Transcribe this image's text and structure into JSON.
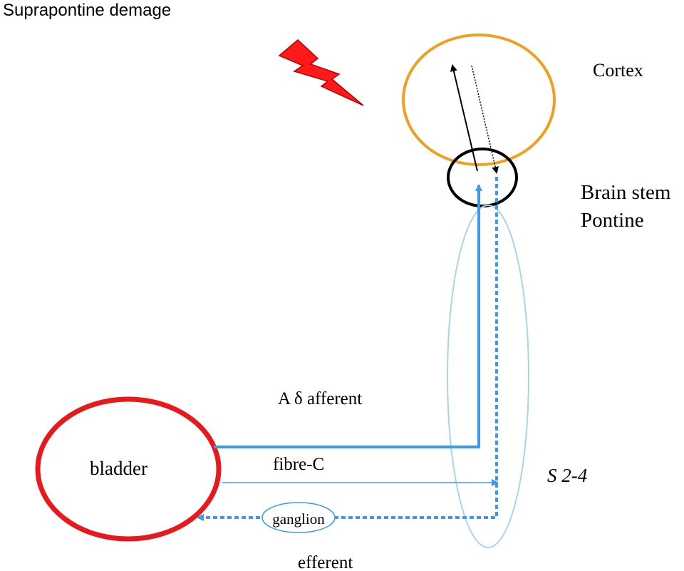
{
  "title": "Suprapontine demage",
  "labels": {
    "cortex": "Cortex",
    "brain_stem_line1": "Brain stem",
    "brain_stem_line2": "Pontine",
    "a_delta": "A δ afferent",
    "bladder": "bladder",
    "fibre_c": "fibre-C",
    "s24": "S 2-4",
    "ganglion": "ganglion",
    "efferent": "efferent"
  },
  "colors": {
    "cortex": "#f0a020",
    "brain_stem": "#000000",
    "bladder": "#e8191c",
    "nerve": "#3a9be8",
    "spinal_ellipse": "#a8d4ec",
    "lightning": "#ff1a1a"
  },
  "icons": {
    "damage": "lightning-bolt-icon"
  }
}
